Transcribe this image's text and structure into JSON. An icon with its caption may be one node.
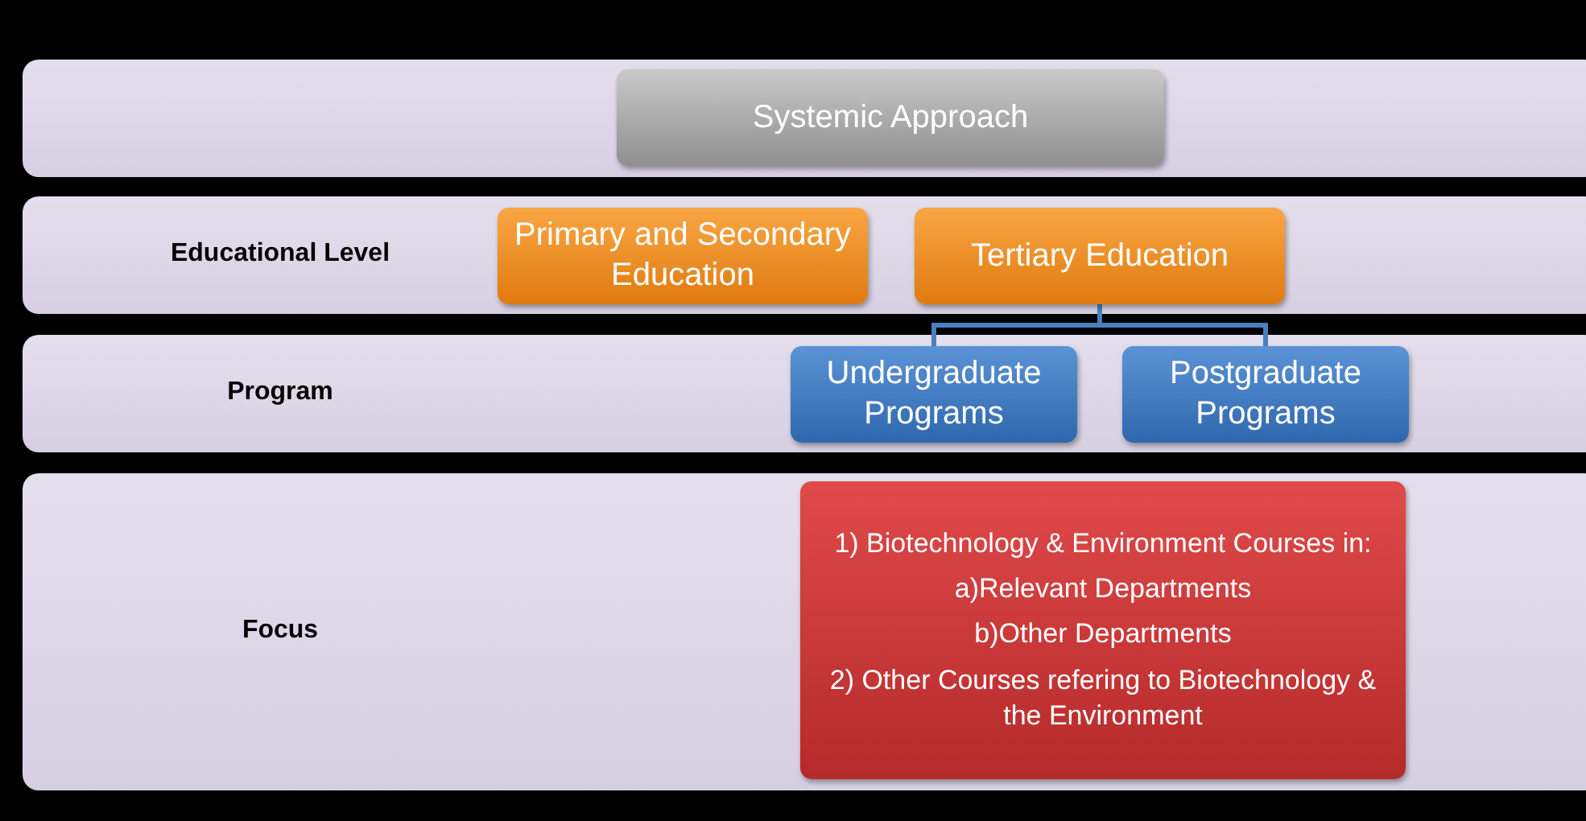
{
  "diagram": {
    "nodes": [
      {
        "text": [],
        "shape": "box"
      },
      {
        "text": [
          "Systemic Approach"
        ],
        "in": 0
      },
      {
        "text": [
          "Educational Level"
        ]
      },
      {
        "text": [
          "Primary and Secondary Education"
        ],
        "in": 2
      },
      {
        "text": [
          "Tertiary Education"
        ],
        "in": 2
      },
      {
        "text": [
          "Program"
        ]
      },
      {
        "text": [
          "Undergraduate Programs"
        ],
        "in": 5
      },
      {
        "text": [
          "Postgraduate Programs"
        ],
        "in": 5
      },
      {
        "text": [
          "Focus"
        ]
      },
      {
        "text": [
          "1) Biotechnology & Environment Courses in:",
          "a)Relevant Departments",
          "b)Other Departments",
          "2) Other Courses refering to Biotechnology & the Environment"
        ],
        "in": 8
      }
    ],
    "edges": [
      {
        "from": 4,
        "to": 6,
        "arrow": "none"
      },
      {
        "from": 4,
        "to": 7,
        "arrow": "none"
      }
    ]
  }
}
